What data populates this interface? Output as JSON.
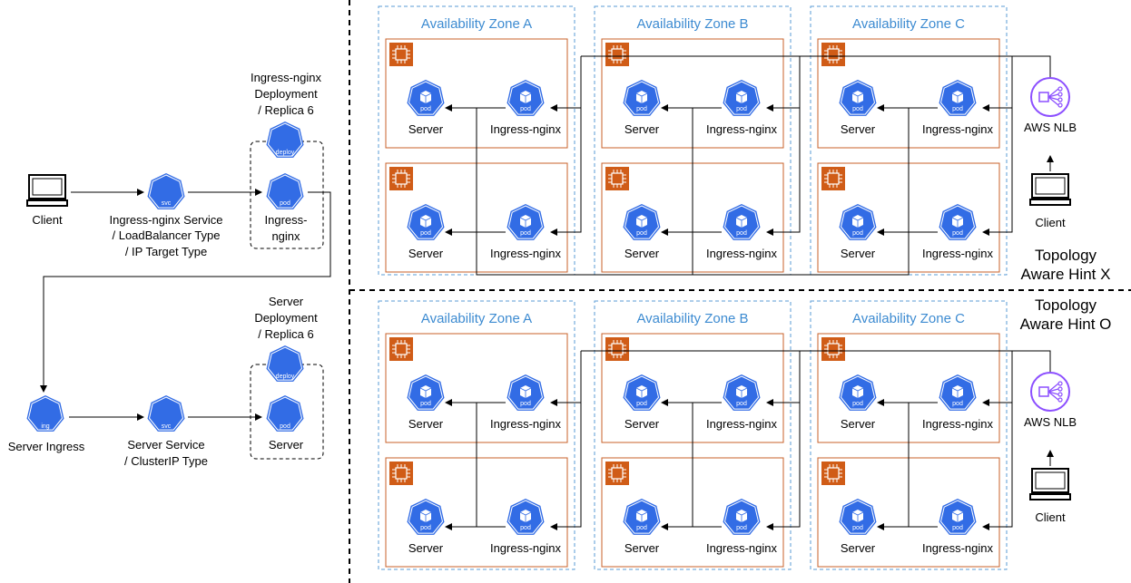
{
  "colors": {
    "k8s_blue": "#326ce5",
    "ec2_orange": "#d05c17",
    "nlb_purple": "#8c4fff",
    "az_blue": "#3d8bd1"
  },
  "icons": {
    "pod": "pod",
    "svc": "svc",
    "deploy": "deploy",
    "ing": "ing"
  },
  "left": {
    "client": "Client",
    "ingress_service": [
      "Ingress-nginx Service",
      "/ LoadBalancer Type",
      "/ IP Target Type"
    ],
    "ingress_deployment": [
      "Ingress-nginx",
      "Deployment",
      "/ Replica 6"
    ],
    "ingress_pod": [
      "Ingress-",
      "nginx"
    ],
    "server_ingress": "Server Ingress",
    "server_service": [
      "Server Service",
      "/ ClusterIP Type"
    ],
    "server_deployment": [
      "Server",
      "Deployment",
      "/ Replica 6"
    ],
    "server_pod": "Server"
  },
  "zones": [
    "Availability Zone A",
    "Availability Zone B",
    "Availability Zone C"
  ],
  "pods": {
    "server": "Server",
    "ingress": "Ingress-nginx"
  },
  "right": {
    "nlb": "AWS NLB",
    "client": "Client",
    "topology_x": [
      "Topology",
      "Aware Hint X"
    ],
    "topology_o": [
      "Topology",
      "Aware Hint O"
    ]
  }
}
